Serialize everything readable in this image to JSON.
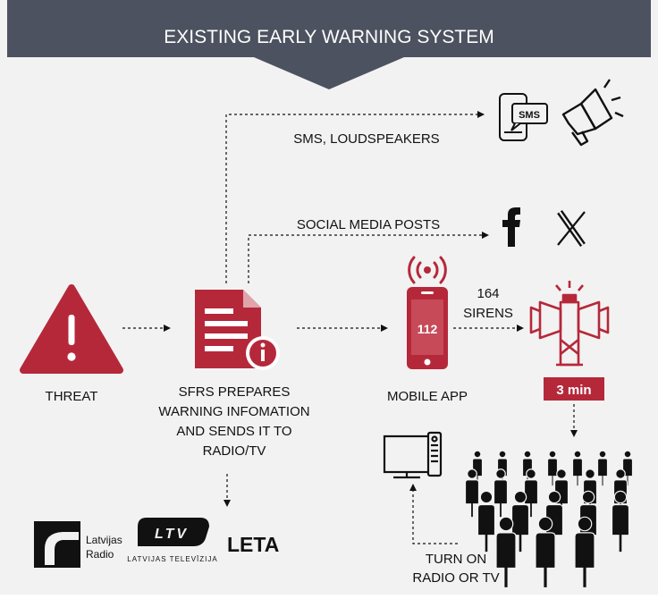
{
  "header": {
    "title": "EXISTING EARLY WARNING SYSTEM"
  },
  "flow": {
    "threat_label": "THREAT",
    "sfrs_lines": [
      "SFRS PREPARES",
      "WARNING INFOMATION",
      "AND SENDS IT TO",
      "RADIO/TV"
    ],
    "mobile_app_label": "MOBILE APP",
    "phone_number": "112",
    "sirens_count": "164",
    "sirens_label": "SIRENS",
    "siren_time": "3 min",
    "sms_label": "SMS, LOUDSPEAKERS",
    "sms_badge": "SMS",
    "social_label": "SOCIAL MEDIA POSTS",
    "turn_on_lines": [
      "TURN ON",
      "RADIO OR TV"
    ]
  },
  "logos": {
    "latvijas_radio_lines": [
      "Latvijas",
      "Radio"
    ],
    "ltv_mark": "LTV",
    "ltv_subtitle": "LATVIJAS TELEVĪZIJA",
    "leta": "LETA"
  },
  "colors": {
    "header_bg": "#4d5260",
    "page_bg": "#f2f2f2",
    "accent": "#b5283a",
    "text": "#111111"
  }
}
